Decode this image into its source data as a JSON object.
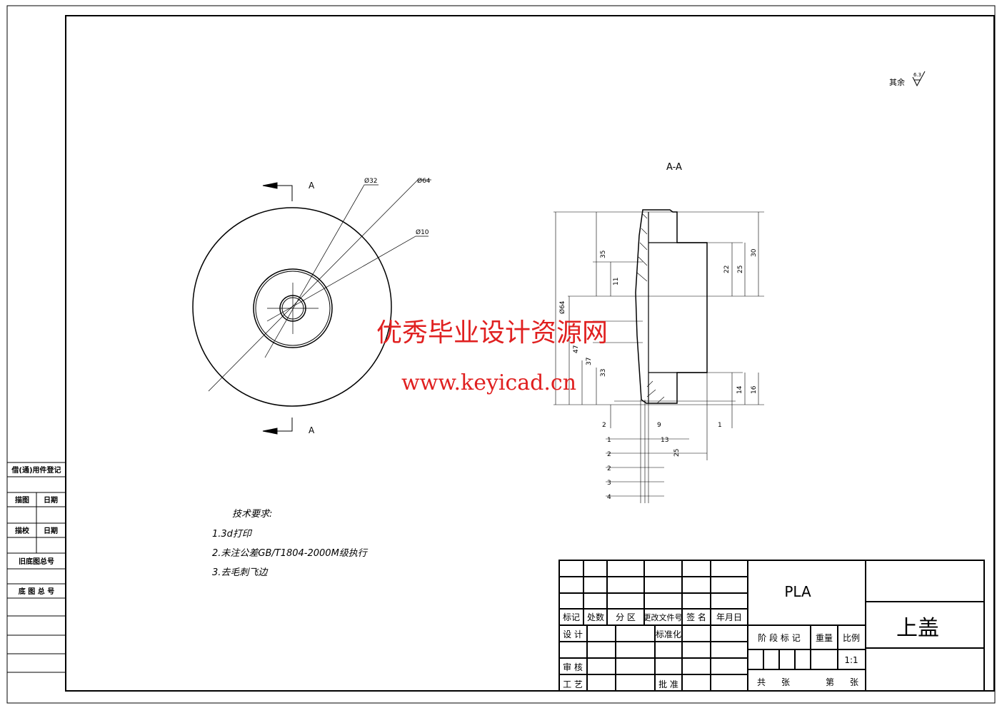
{
  "surface_finish": {
    "label": "其余",
    "value": "6.3"
  },
  "front_view": {
    "section_mark": "A",
    "dims": [
      "Ø32",
      "Ø64",
      "Ø10"
    ]
  },
  "section_view": {
    "title": "A-A",
    "dims": {
      "d64": "Ø64",
      "d47": "47",
      "d37": "37",
      "d33": "33",
      "d35": "35",
      "d11": "11",
      "d22": "22",
      "d25": "25",
      "d30": "30",
      "d14": "14",
      "d16": "16",
      "d2a": "2",
      "d1a": "1",
      "d9": "9",
      "d13": "13",
      "d25b": "25",
      "d1b": "1",
      "d2b": "2",
      "d2c": "2",
      "d3": "3",
      "d4": "4"
    }
  },
  "tech_requirements": {
    "title": "技术要求:",
    "items": [
      "1.3d打印",
      "2.未注公差GB/T1804-2000M级执行",
      "3.去毛刺飞边"
    ]
  },
  "left_column": {
    "header": "借(通)用件登记",
    "draw": "描图",
    "date1": "日期",
    "check": "描校",
    "date2": "日期",
    "old_no": "旧底图总号",
    "base_no": "底 图 总 号"
  },
  "title_block": {
    "headers": [
      "标记",
      "处数",
      "分 区",
      "更改文件号",
      "签 名",
      "年月日"
    ],
    "design": "设 计",
    "standard": "标准化",
    "review": "审 核",
    "process": "工 艺",
    "approve": "批 准",
    "material": "PLA",
    "stage": "阶 段 标 记",
    "weight": "重量",
    "scale_label": "比例",
    "scale": "1:1",
    "total": "共",
    "sheets1": "张",
    "nth": "第",
    "sheets2": "张",
    "part_name": "上盖"
  },
  "watermark": {
    "line1": "优秀毕业设计资源网",
    "line2": "www.keyicad.cn"
  }
}
